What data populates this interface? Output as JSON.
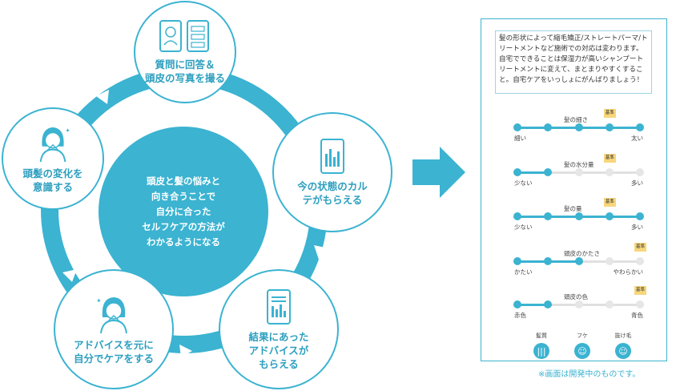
{
  "center_text": [
    "頭皮と髪の悩みと",
    "向き合うことで",
    "自分に合った",
    "セルフケアの方法が",
    "わかるようになる"
  ],
  "nodes": [
    {
      "id": "top",
      "lines": [
        "質問に回答＆",
        "頭皮の写真を撮る"
      ],
      "icon": "phone-icon"
    },
    {
      "id": "right",
      "lines": [
        "今の状態のカル",
        "テがもらえる"
      ],
      "icon": "chart-phone-icon"
    },
    {
      "id": "bottom_right",
      "lines": [
        "結果にあった",
        "アドバイスが",
        "もらえる"
      ],
      "icon": "document-phone-icon"
    },
    {
      "id": "bottom_left",
      "lines": [
        "アドバイスを元に",
        "自分でケアをする"
      ],
      "icon": "person-icon"
    },
    {
      "id": "left",
      "lines": [
        "頭髪の変化を",
        "意識する"
      ],
      "icon": "person-icon"
    }
  ],
  "panel": {
    "note": "髪の形状によって縮毛矯正/ストレートパーマ/トリートメントなど施術での対応は変わります。自宅でできることは保湿力が高いシャンプートリートメントに変えて、まとまりやすくすること。自宅ケアをいっしょにがんばりましょう！",
    "badge": "基準",
    "gauges": [
      {
        "title": "髪の細さ",
        "min": "細い",
        "max": "太い",
        "level": 5,
        "ref": 4
      },
      {
        "title": "髪の水分量",
        "min": "少ない",
        "max": "多い",
        "level": 2,
        "ref": 4
      },
      {
        "title": "髪の量",
        "min": "少ない",
        "max": "多い",
        "level": 5,
        "ref": 4
      },
      {
        "title": "頭皮のかたさ",
        "min": "かたい",
        "max": "やわらかい",
        "level": 3,
        "ref": 5
      },
      {
        "title": "頭皮の色",
        "min": "赤色",
        "max": "青色",
        "level": 2,
        "ref": 5
      }
    ],
    "icons": [
      {
        "label": "髪質",
        "icon": "hair-icon"
      },
      {
        "label": "フケ",
        "icon": "smile-icon"
      },
      {
        "label": "抜け毛",
        "icon": "smile-icon"
      }
    ]
  },
  "disclaimer": "※画面は開発中のものです。",
  "colors": {
    "accent": "#3bb3d1",
    "badge": "#f7d67c"
  }
}
